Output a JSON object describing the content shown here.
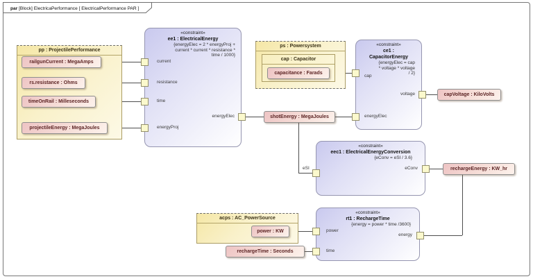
{
  "frame": {
    "keyword": "par",
    "title": " [Block] ElectricaPerformance [ ElectricalPerformance PAR ]"
  },
  "pp": {
    "name": "pp : ProjectilePerformance",
    "params": {
      "railgunCurrent": "railgunCurrent : MegaAmps",
      "resistance": "rs.resistance : Ohms",
      "timeOnRail": "timeOnRail : Milleseconds",
      "projectileEnergy": "projectileEnergy : MegaJoules"
    }
  },
  "ee1": {
    "stereotype": "«constraint»",
    "name": "ee1 : ElectricalEnergy",
    "expr_lines": [
      "{energyElec = 2 * energyProj +",
      "current * current * resistance *",
      "time / 1000}"
    ],
    "ports": {
      "current": "current",
      "resistance": "resistance",
      "time": "time",
      "energyProj": "energyProj",
      "energyElec": "energyElec"
    }
  },
  "ps": {
    "name": "ps : Powersystem",
    "cap": {
      "name": "cap : Capacitor",
      "param": "capacitance : Farads"
    }
  },
  "ce1": {
    "stereotype": "«constraint»",
    "name": "ce1 : CapacitorEnergy",
    "expr_lines": [
      "{energyElec = cap",
      "* voltage * voltage",
      "/ 2}"
    ],
    "ports": {
      "cap": "cap",
      "voltage": "voltage",
      "energyElec": "energyElec"
    }
  },
  "shotEnergy": "shotEnergy : MegaJoules",
  "capVoltage": "capVoltage : KiloVolts",
  "eec1": {
    "stereotype": "«constraint»",
    "name": "eec1 : ElectricalEnergyConversion",
    "expr_lines": [
      "{eConv = eSI / 3.6}"
    ],
    "ports": {
      "eSI": "eSI",
      "eConv": "eConv"
    }
  },
  "rechargeEnergy": "rechargeEnergy : KW_hr",
  "rt1": {
    "stereotype": "«constraint»",
    "name": "rt1 : RechargeTime",
    "expr_lines": [
      "{energy = power * time /3600}"
    ],
    "ports": {
      "power": "power",
      "time": "time",
      "energy": "energy"
    }
  },
  "acps": {
    "name": "acps : AC_PowerSource",
    "param": "power : KW"
  },
  "rechargeTime": "rechargeTime : Seconds",
  "colors": {
    "constraint_fill": "#c9c9ee",
    "part_fill": "#f5e7a6",
    "value_fill": "#eec4c4",
    "port_fill": "#fbf9cd",
    "connector": "#4d4d4d"
  }
}
